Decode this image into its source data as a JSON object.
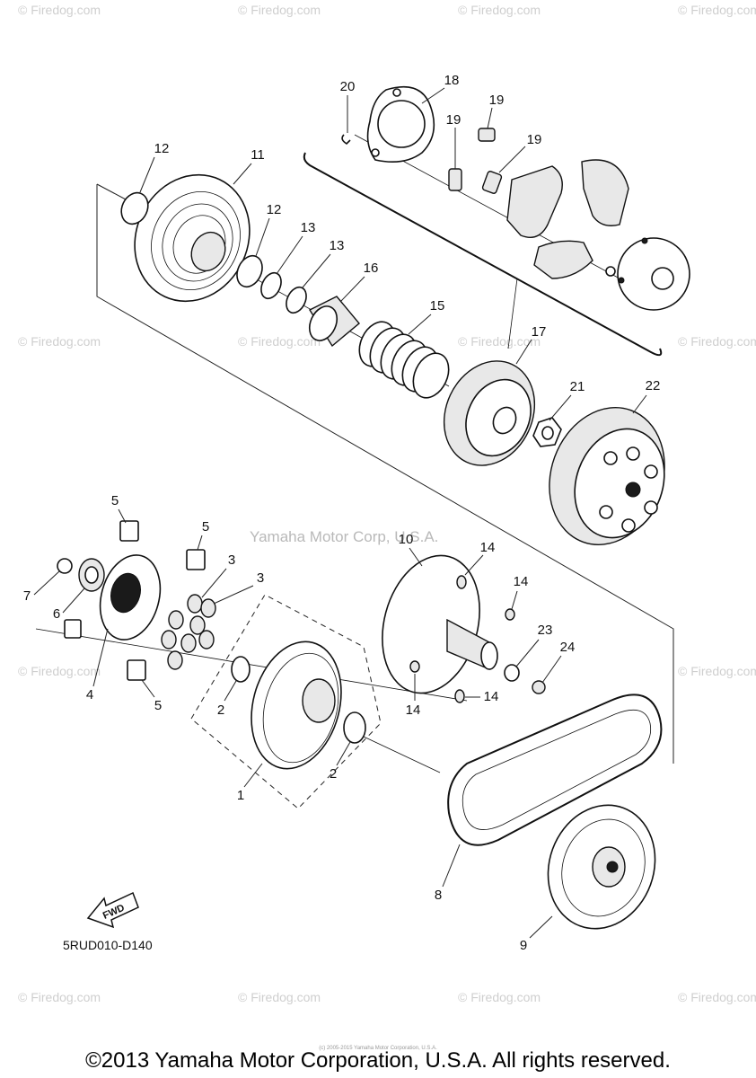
{
  "watermarks": {
    "site": "© Firedog.com",
    "site_alt": "© Firedog.com",
    "center": "Yamaha Motor Corp, U.S.A."
  },
  "callouts": {
    "p1": "1",
    "p2a": "2",
    "p2b": "2",
    "p3a": "3",
    "p3b": "3",
    "p4": "4",
    "p5a": "5",
    "p5b": "5",
    "p5c": "5",
    "p6": "6",
    "p7": "7",
    "p8": "8",
    "p9": "9",
    "p10": "10",
    "p11": "11",
    "p12a": "12",
    "p12b": "12",
    "p13a": "13",
    "p13b": "13",
    "p14a": "14",
    "p14b": "14",
    "p14c": "14",
    "p14d": "14",
    "p15": "15",
    "p16": "16",
    "p17": "17",
    "p18": "18",
    "p19a": "19",
    "p19b": "19",
    "p19c": "19",
    "p20": "20",
    "p21": "21",
    "p22": "22",
    "p23": "23",
    "p24": "24"
  },
  "fwd_label": "FWD",
  "diagram_code": "5RUD010-D140",
  "tiny_note": "(c) 2005-2015 Yamaha Motor Corporation, U.S.A.",
  "copyright": "©2013 Yamaha Motor Corporation, U.S.A. All rights reserved."
}
